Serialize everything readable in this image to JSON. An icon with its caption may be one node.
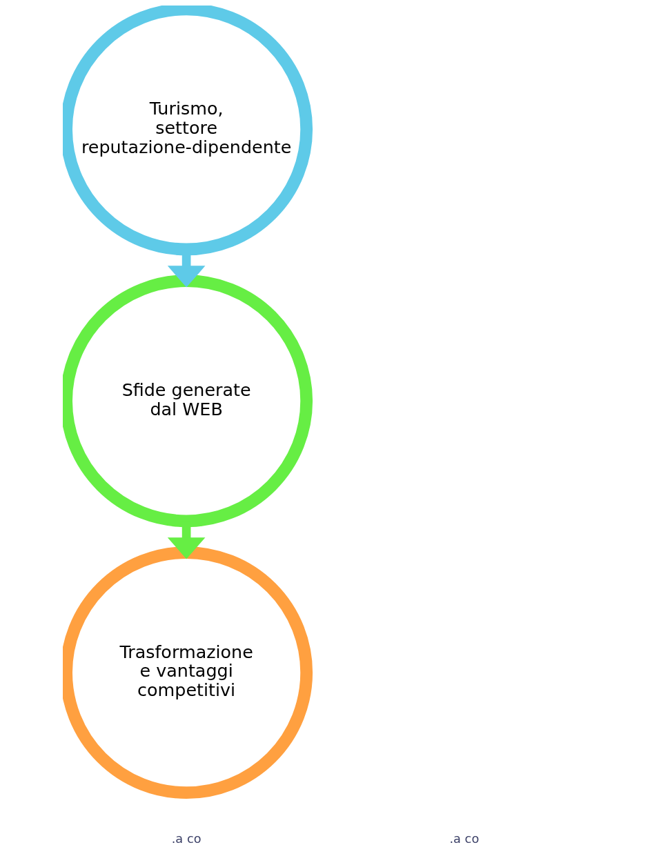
{
  "diagram": {
    "nodes": [
      {
        "text": [
          "Turismo, settore reputazione-dipendente"
        ]
      },
      {
        "text": [
          "Sfide generate dal WEB"
        ]
      },
      {
        "text": [
          "Trasformazione e vantaggi competitivi"
        ]
      }
    ],
    "edges": [
      {
        "from": 0,
        "to": 1,
        "arrow": "to",
        "color": "#5ecae8"
      },
      {
        "from": 1,
        "to": 2,
        "arrow": "to",
        "color": "#66ee44"
      }
    ],
    "labels": [
      ".a co",
      ".a co"
    ]
  }
}
